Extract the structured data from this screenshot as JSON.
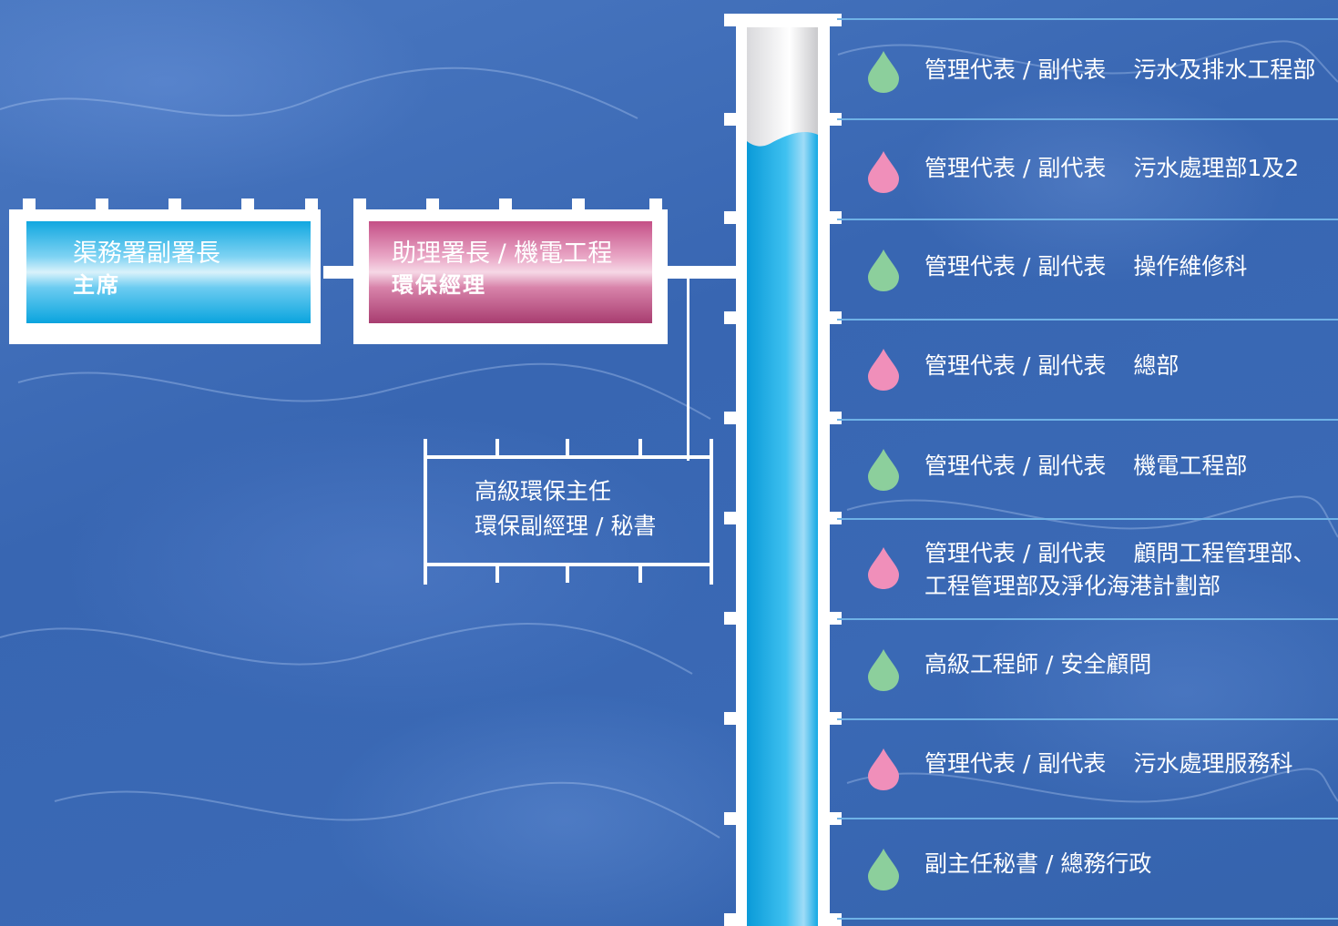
{
  "chair": {
    "title": "渠務署副署長",
    "role": "主席"
  },
  "manager": {
    "title": "助理署長 / 機電工程",
    "role": "環保經理"
  },
  "secretary": {
    "line1": "高級環保主任",
    "line2": "環保副經理 / 秘書"
  },
  "members": [
    {
      "title": "管理代表 / 副代表",
      "dept": "污水及排水工程部",
      "drop": "green"
    },
    {
      "title": "管理代表 / 副代表",
      "dept": "污水處理部1及2",
      "drop": "pink"
    },
    {
      "title": "管理代表 / 副代表",
      "dept": "操作維修科",
      "drop": "green"
    },
    {
      "title": "管理代表 / 副代表",
      "dept": "總部",
      "drop": "pink"
    },
    {
      "title": "管理代表 / 副代表",
      "dept": "機電工程部",
      "drop": "green"
    },
    {
      "title": "管理代表 / 副代表",
      "dept": "顧問工程管理部、",
      "dept2": "工程管理部及淨化海港計劃部",
      "drop": "pink"
    },
    {
      "title": "高級工程師 / 安全顧問",
      "dept": "",
      "drop": "green"
    },
    {
      "title": "管理代表 / 副代表",
      "dept": "污水處理服務科",
      "drop": "pink"
    },
    {
      "title": "副主任秘書 / 總務行政",
      "dept": "",
      "drop": "green"
    }
  ],
  "colors": {
    "background": "#3a6cb6",
    "drop_green": "#8ccf9c",
    "drop_pink": "#f08fba",
    "pipe_blue": "#12a9e4",
    "manager_box": "#b8487d",
    "divider": "#6fb2e6"
  },
  "icons": {
    "drop": "water-drop-icon"
  }
}
